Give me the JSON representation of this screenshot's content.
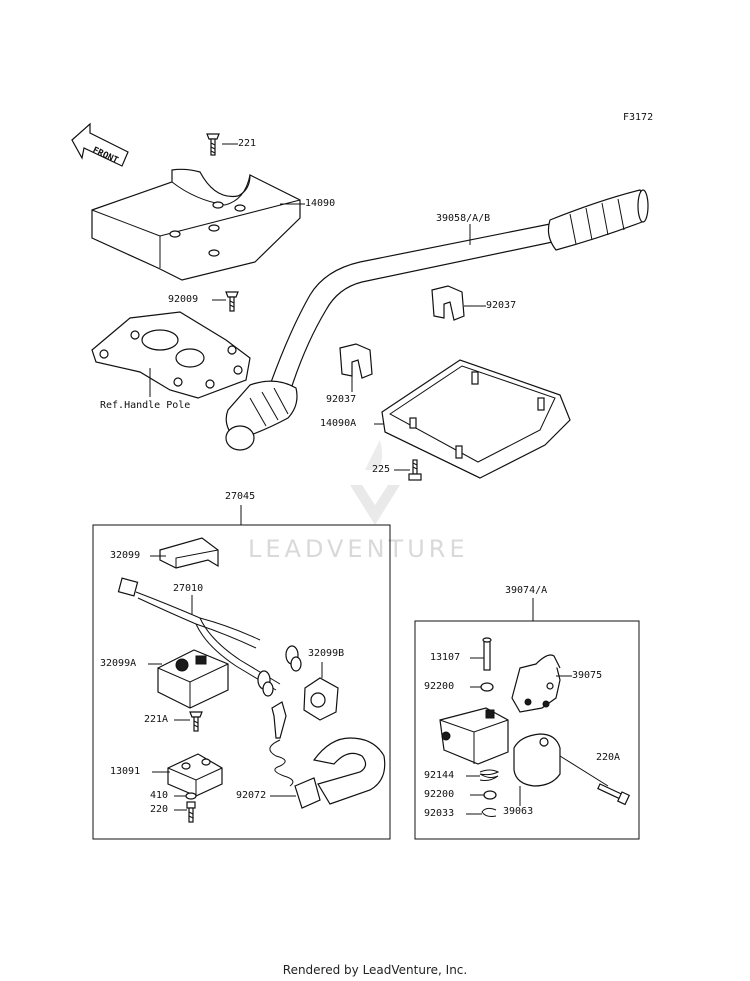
{
  "diagram_code": "F3172",
  "watermark": "LEADVENTURE",
  "footer": "Rendered by LeadVenture, Inc.",
  "front_arrow_label": "FRONT",
  "parts": [
    {
      "id": "p221",
      "label": "221"
    },
    {
      "id": "p14090",
      "label": "14090"
    },
    {
      "id": "p92009",
      "label": "92009"
    },
    {
      "id": "pref",
      "label": "Ref.Handle Pole"
    },
    {
      "id": "p39058",
      "label": "39058/A/B"
    },
    {
      "id": "p92037a",
      "label": "92037"
    },
    {
      "id": "p92037b",
      "label": "92037"
    },
    {
      "id": "p14090a",
      "label": "14090A"
    },
    {
      "id": "p225",
      "label": "225"
    },
    {
      "id": "p27045",
      "label": "27045"
    },
    {
      "id": "p32099",
      "label": "32099"
    },
    {
      "id": "p27010",
      "label": "27010"
    },
    {
      "id": "p32099a",
      "label": "32099A"
    },
    {
      "id": "p32099b",
      "label": "32099B"
    },
    {
      "id": "p221a",
      "label": "221A"
    },
    {
      "id": "p13091",
      "label": "13091"
    },
    {
      "id": "p410",
      "label": "410"
    },
    {
      "id": "p220",
      "label": "220"
    },
    {
      "id": "p92072",
      "label": "92072"
    },
    {
      "id": "p39074",
      "label": "39074/A"
    },
    {
      "id": "p13107",
      "label": "13107"
    },
    {
      "id": "p92200a",
      "label": "92200"
    },
    {
      "id": "p39075",
      "label": "39075"
    },
    {
      "id": "p220a",
      "label": "220A"
    },
    {
      "id": "p92144",
      "label": "92144"
    },
    {
      "id": "p92200b",
      "label": "92200"
    },
    {
      "id": "p39063",
      "label": "39063"
    },
    {
      "id": "p92033",
      "label": "92033"
    }
  ]
}
